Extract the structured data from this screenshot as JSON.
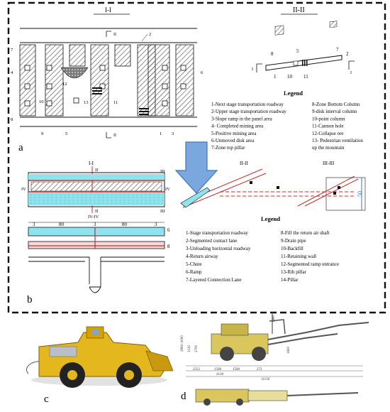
{
  "panel_labels": [
    "a",
    "b",
    "c",
    "d"
  ],
  "panel_a": {
    "section_titles": [
      "I-I",
      "II-II"
    ],
    "section_marks": {
      "ii": "II",
      "i": "I"
    },
    "callout_numbers_left": [
      "1",
      "2",
      "3",
      "4",
      "5",
      "6",
      "7",
      "8",
      "9",
      "10",
      "11",
      "12",
      "13"
    ],
    "callout_numbers_right": [
      "1",
      "2",
      "5",
      "7",
      "8",
      "10",
      "11"
    ],
    "legend_title": "Legend",
    "legend_left": [
      "1-Next stage transportation roadway",
      "2-Upper stage transportation roadway",
      "3-Slope ramp in the panel area",
      "4- Completed mining area",
      "5-Positive mining area",
      "6-Unmoved disk area",
      "7-Zone top pillar"
    ],
    "legend_right": [
      "8-Zone Bottom Column",
      "9-disk interval column",
      "10-point column",
      "11-Cannon hole",
      "12-Collapse ore",
      "13- Pedestrian ventilation",
      "up the mountain"
    ]
  },
  "panel_b": {
    "section_titles": {
      "top": "I-I",
      "mid": "II-II",
      "right": "III-III",
      "ivlabel": "IV-IV"
    },
    "marks": {
      "ii": "II",
      "iii": "III",
      "iv": "IV"
    },
    "dims": {
      "left": "3",
      "span1": "80",
      "center": "3",
      "span2": "80",
      "right": "3",
      "h1": "6",
      "h2": "8",
      "depth": "50"
    },
    "legend_title": "Legend",
    "legend_left": [
      "1-Stage transportation roadway",
      "2-Segmented contact lane",
      "3-Unloading horizontal roadway",
      "4-Return airway",
      "5-Chute",
      "6-Ramp",
      "7-Layered Connection Lane"
    ],
    "legend_right": [
      "8-Fill the return air shaft",
      "9-Drain pipe",
      "10-Backfill",
      "11-Retaining wall",
      "12-Segmented ramp entrance",
      "13-Rib pillar",
      "14-Pillar"
    ]
  },
  "panel_d": {
    "dims_bottom": [
      "2252",
      "1500",
      "1500",
      "272",
      "4128",
      "11150"
    ],
    "dims_side": [
      "2800~3000",
      "3120",
      "2700",
      "1980",
      "1600"
    ]
  },
  "colors": {
    "hatch": "#555555",
    "cyan": "#8fe3ee",
    "pink": "#f8d8d8",
    "red": "#c0302b",
    "blue_arrow": "#7aa7dd",
    "loader_yellow": "#e3b71d",
    "drill_yellow": "#d9c65c"
  }
}
